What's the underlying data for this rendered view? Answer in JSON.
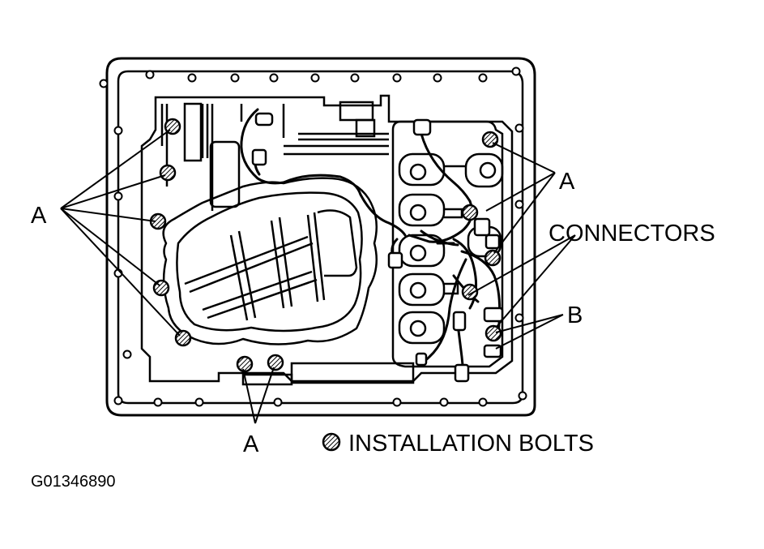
{
  "labels": {
    "a_left": "A",
    "a_right": "A",
    "a_bottom": "A",
    "connectors": "CONNECTORS",
    "b": "B",
    "legend": "INSTALLATION BOLTS",
    "figure_code": "G01346890"
  },
  "colors": {
    "line": "#000000",
    "background": "#ffffff"
  },
  "icons": {
    "bolt": "hatched-circle-icon"
  }
}
